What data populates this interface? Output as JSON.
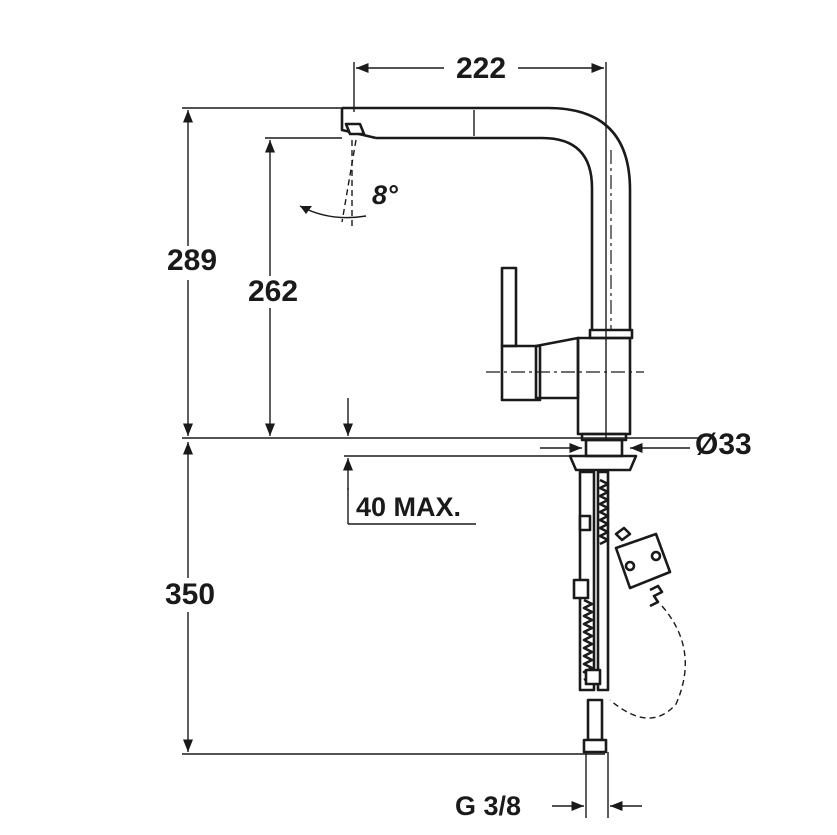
{
  "dimensions": {
    "spout_reach": "222",
    "total_height": "289",
    "spout_height": "262",
    "below_deck_length": "350",
    "deck_thickness": "40 MAX.",
    "mounting_hole": "Ø33",
    "connection_thread": "G 3/8",
    "swivel_angle": "8°"
  },
  "colors": {
    "line": "#1a1a1a",
    "background": "#ffffff"
  }
}
